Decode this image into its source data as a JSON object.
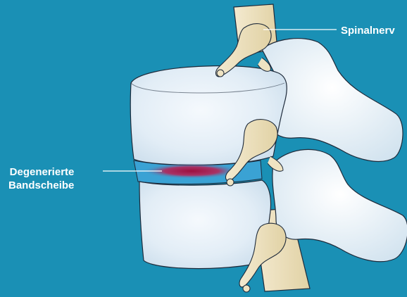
{
  "labels": {
    "spinal_nerve": "Spinalnerv",
    "degenerated_disc_line1": "Degenerierte",
    "degenerated_disc_line2": "Bandscheibe"
  },
  "colors": {
    "background": "#1a90b5",
    "bone_fill": "#dceaf4",
    "bone_highlight": "#f3f8fc",
    "outline": "#1e2a3a",
    "nerve_fill": "#efe3c2",
    "nerve_shadow": "#d9c99a",
    "disc_healthy": "#3a9fd0",
    "disc_degenerated": "#b01a4a",
    "label_text": "#ffffff",
    "leader_line": "#ffffff"
  }
}
